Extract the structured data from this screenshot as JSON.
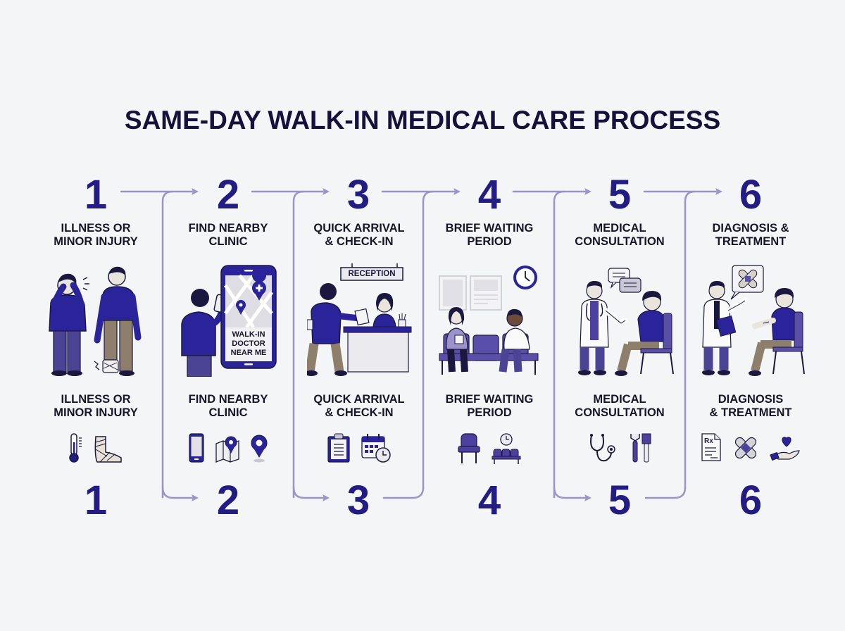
{
  "title": "SAME-DAY WALK-IN MEDICAL CARE PROCESS",
  "colors": {
    "primary_navy": "#231c82",
    "title_text": "#14123c",
    "label_text": "#16152a",
    "connector_lavender": "#9c93cc",
    "background": "#f4f5f7",
    "muted_purple": "#5a4fa8",
    "khaki": "#8e7f6d"
  },
  "steps": [
    {
      "number": "1",
      "top_label": [
        "ILLNESS OR",
        "MINOR INJURY"
      ],
      "bottom_label": [
        "ILLNESS OR",
        "MINOR INJURY"
      ],
      "illustration": "person-with-headache-and-person-with-bandaged-ankle",
      "icons": [
        "thermometer-icon",
        "bandaged-foot-icon"
      ]
    },
    {
      "number": "2",
      "top_label": [
        "FIND NEARBY",
        "CLINIC"
      ],
      "bottom_label": [
        "FIND NEARBY",
        "CLINIC"
      ],
      "illustration": "person-using-phone-map",
      "phone_screen_text": [
        "WALK-IN",
        "DOCTOR",
        "NEAR ME"
      ],
      "icons": [
        "smartphone-icon",
        "map-pin-icon",
        "location-pin-icon"
      ]
    },
    {
      "number": "3",
      "top_label": [
        "QUICK ARRIVAL",
        "& CHECK-IN"
      ],
      "bottom_label": [
        "QUICK ARRIVAL",
        "& CHECK-IN"
      ],
      "illustration": "patient-at-reception-desk",
      "sign_text": "RECEPTION",
      "icons": [
        "clipboard-icon",
        "calendar-clock-icon"
      ]
    },
    {
      "number": "4",
      "top_label": [
        "BRIEF WAITING",
        "PERIOD"
      ],
      "bottom_label": [
        "BRIEF WAITING",
        "PERIOD"
      ],
      "illustration": "patients-in-waiting-room",
      "icons": [
        "chair-icon",
        "waiting-bench-clock-icon"
      ]
    },
    {
      "number": "5",
      "top_label": [
        "MEDICAL",
        "CONSULTATION"
      ],
      "bottom_label": [
        "MEDICAL",
        "CONSULTATION"
      ],
      "illustration": "doctor-talking-with-patient",
      "icons": [
        "stethoscope-icon",
        "tools-icon"
      ]
    },
    {
      "number": "6",
      "top_label": [
        "DIAGNOSIS &",
        "TREATMENT"
      ],
      "bottom_label": [
        "DIAGNOSIS",
        "& TREATMENT"
      ],
      "illustration": "doctor-treating-patient",
      "icons": [
        "prescription-icon",
        "bandage-icon",
        "caring-hand-heart-icon"
      ]
    }
  ]
}
